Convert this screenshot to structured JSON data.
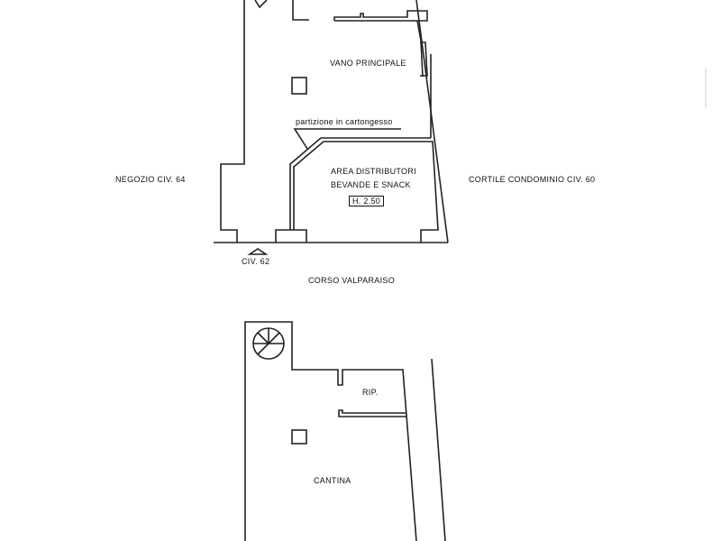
{
  "labels": {
    "vano_principale": "VANO PRINCIPALE",
    "partizione": "partizione in cartongesso",
    "area_line1": "AREA DISTRIBUTORI",
    "area_line2": "BEVANDE E SNACK",
    "height": "H. 2.50",
    "negozio": "NEGOZIO CIV. 64",
    "cortile": "CORTILE CONDOMINIO CIV. 60",
    "civ62": "CIV. 62",
    "street": "CORSO VALPARAISO",
    "rip": "RIP.",
    "cantina": "CANTINA"
  }
}
